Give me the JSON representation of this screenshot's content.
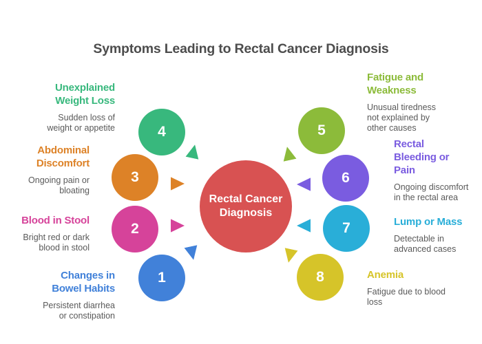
{
  "title": "Symptoms Leading to Rectal Cancer Diagnosis",
  "colors": {
    "title_text": "#4d4d4d",
    "description_text": "#595959",
    "background": "#ffffff",
    "center_circle": "#d85252"
  },
  "center": {
    "label": "Rectal Cancer\nDiagnosis"
  },
  "symptoms": [
    {
      "number": "1",
      "heading": "Changes in\nBowel Habits",
      "description": "Persistent diarrhea\nor constipation",
      "color": "#4181d9"
    },
    {
      "number": "2",
      "heading": "Blood in Stool",
      "description": "Bright red or dark\nblood in stool",
      "color": "#d6439a"
    },
    {
      "number": "3",
      "heading": "Abdominal\nDiscomfort",
      "description": "Ongoing pain or\nbloating",
      "color": "#dd8227"
    },
    {
      "number": "4",
      "heading": "Unexplained\nWeight Loss",
      "description": "Sudden loss of\nweight or appetite",
      "color": "#38b87d"
    },
    {
      "number": "5",
      "heading": "Fatigue and\nWeakness",
      "description": "Unusual tiredness\nnot explained by\nother causes",
      "color": "#8cbb3a"
    },
    {
      "number": "6",
      "heading": "Rectal\nBleeding or\nPain",
      "description": "Ongoing discomfort\nin the rectal area",
      "color": "#7a5ce0"
    },
    {
      "number": "7",
      "heading": "Lump or Mass",
      "description": "Detectable in\nadvanced cases",
      "color": "#29aed8"
    },
    {
      "number": "8",
      "heading": "Anemia",
      "description": "Fatigue due to blood\nloss",
      "color": "#d6c429"
    }
  ]
}
